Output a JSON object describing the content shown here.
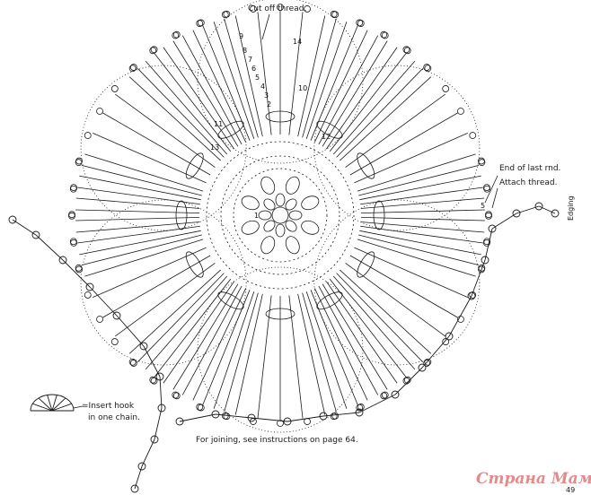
{
  "labels": {
    "cut_off": "Cut off thread.",
    "end_last_line1": "End of last rnd.",
    "end_last_line2": "Attach thread.",
    "edging": "Edging",
    "insert_line1": "=Insert hook",
    "insert_line2": "in one chain.",
    "joining": "For joining, see instructions on page 64.",
    "page_number": "49"
  },
  "round_numbers": [
    "9",
    "14",
    "8",
    "7",
    "6",
    "5",
    "4",
    "3",
    "2",
    "1",
    "10",
    "11",
    "12",
    "13",
    "5"
  ],
  "watermark": "Страна Мам",
  "colors": {
    "ink": "#1a1a1a",
    "paper": "#ffffff",
    "watermark": "#e58a8a"
  }
}
